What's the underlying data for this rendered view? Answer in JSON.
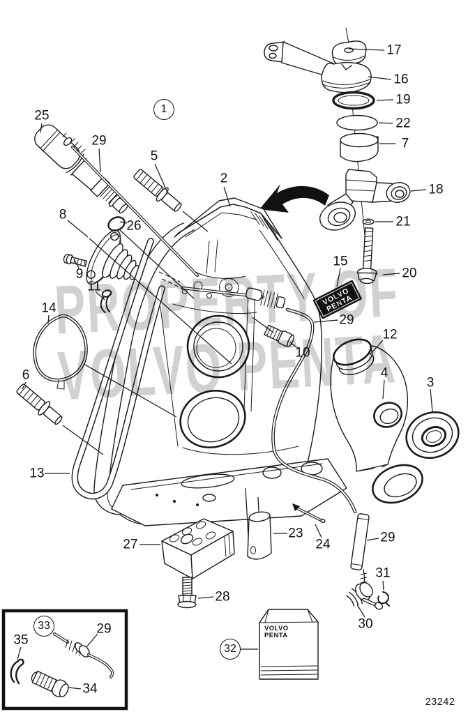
{
  "part_number": "23242",
  "watermark": {
    "line1": "PROPERTY OF",
    "line2": "VOLVO PENTA"
  },
  "decal": {
    "line1": "VOLVO",
    "line2": "PENTA"
  },
  "carton": {
    "line1": "VOLVO",
    "line2": "PENTA"
  },
  "callouts": {
    "n1": "1",
    "n2": "2",
    "n3": "3",
    "n4": "4",
    "n5": "5",
    "n6": "6",
    "n7": "7",
    "n8": "8",
    "n9": "9",
    "n10": "10",
    "n11": "11",
    "n12": "12",
    "n13": "13",
    "n14": "14",
    "n15": "15",
    "n16": "16",
    "n17": "17",
    "n18": "18",
    "n19": "19",
    "n20": "20",
    "n21": "21",
    "n22": "22",
    "n23": "23",
    "n24": "24",
    "n25": "25",
    "n26": "26",
    "n27": "27",
    "n28": "28",
    "n29": "29",
    "n30": "30",
    "n31": "31",
    "n32": "32",
    "n33": "33",
    "n34": "34",
    "n35": "35"
  }
}
